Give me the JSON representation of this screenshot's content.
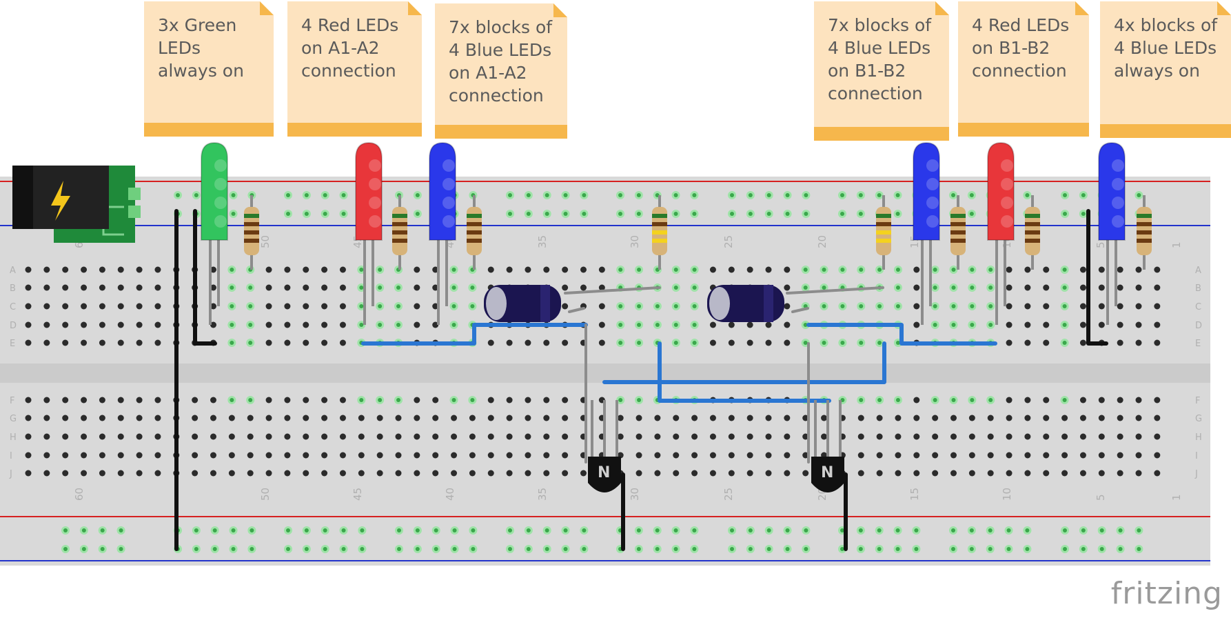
{
  "notes": [
    {
      "text": "3x Green\nLEDs\nalways on"
    },
    {
      "text": "4 Red LEDs\non A1-A2\nconnection"
    },
    {
      "text": "7x blocks of\n4 Blue LEDs\non A1-A2\nconnection"
    },
    {
      "text": "7x blocks of\n4 Blue LEDs\non B1-B2\nconnection"
    },
    {
      "text": "4 Red LEDs\non B1-B2\nconnection"
    },
    {
      "text": "4x blocks of\n4 Blue LEDs\nalways on"
    }
  ],
  "row_letters": [
    "A",
    "B",
    "C",
    "D",
    "E",
    "F",
    "G",
    "H",
    "I",
    "J"
  ],
  "column_numbers": [
    "60",
    "50",
    "45",
    "40",
    "35",
    "30",
    "25",
    "20",
    "15",
    "10",
    "5",
    "1"
  ],
  "brand": "fritzing",
  "colors": {
    "breadboard": "#d9d9d9",
    "rail_red": "#d62020",
    "rail_blue": "#2233cc",
    "note_fill": "#fde3bf",
    "note_band": "#f6b74c",
    "wire_blue": "#2a76d2",
    "wire_black": "#111111",
    "led_green": "#32c45e",
    "led_red": "#e8363a",
    "led_blue": "#2a38ea"
  },
  "icons": [
    "power-jack-icon",
    "lightning-icon",
    "transistor-icon",
    "capacitor-icon",
    "resistor-icon",
    "led-icon"
  ]
}
